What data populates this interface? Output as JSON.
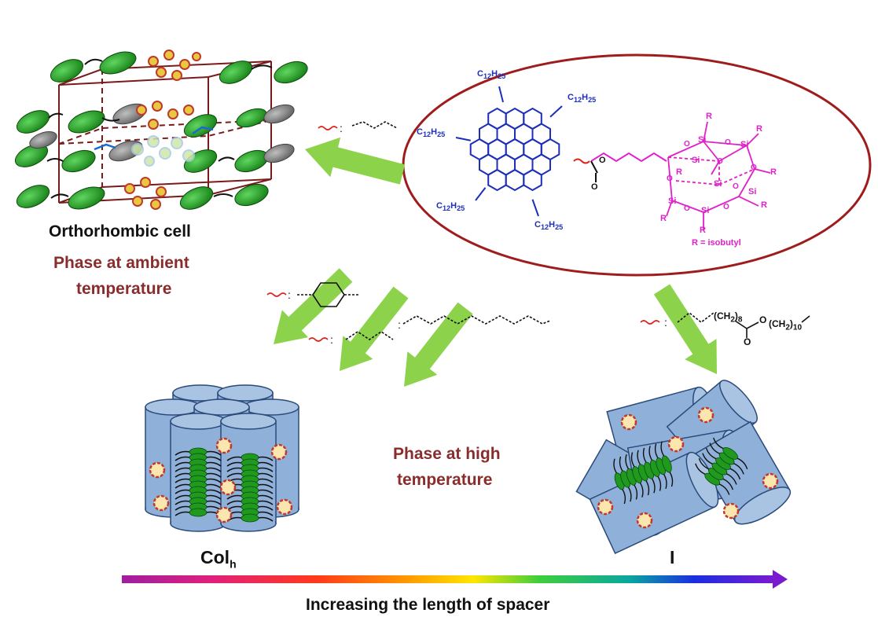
{
  "labels": {
    "ortho_cell": "Orthorhombic cell",
    "ambient_line1": "Phase at ambient",
    "ambient_line2": "temperature",
    "high_line1": "Phase at high",
    "high_line2": "temperature",
    "colh_main": "Col",
    "colh_sub": "h",
    "iso": "I",
    "spacer_axis": "Increasing the length of spacer"
  },
  "molecule": {
    "chain_C": "C",
    "chain_12": "12",
    "chain_H": "H",
    "chain_25": "25",
    "si": "Si",
    "o": "O",
    "r": "R",
    "r_def": "R = isobutyl",
    "ester_o": "O"
  },
  "spacer4": {
    "ch2": "(CH",
    "sub2": "2",
    "close": ")",
    "sub8": "8",
    "sub10": "10",
    "o": "O"
  },
  "colors": {
    "hbc_blue": "#1c2fb8",
    "poss_magenta": "#e020c8",
    "oval_border": "#a01c1c",
    "arrow_green": "#8cd24a",
    "cylinder_blue": "#8fb0d8",
    "text_red": "#8a2c2c"
  }
}
